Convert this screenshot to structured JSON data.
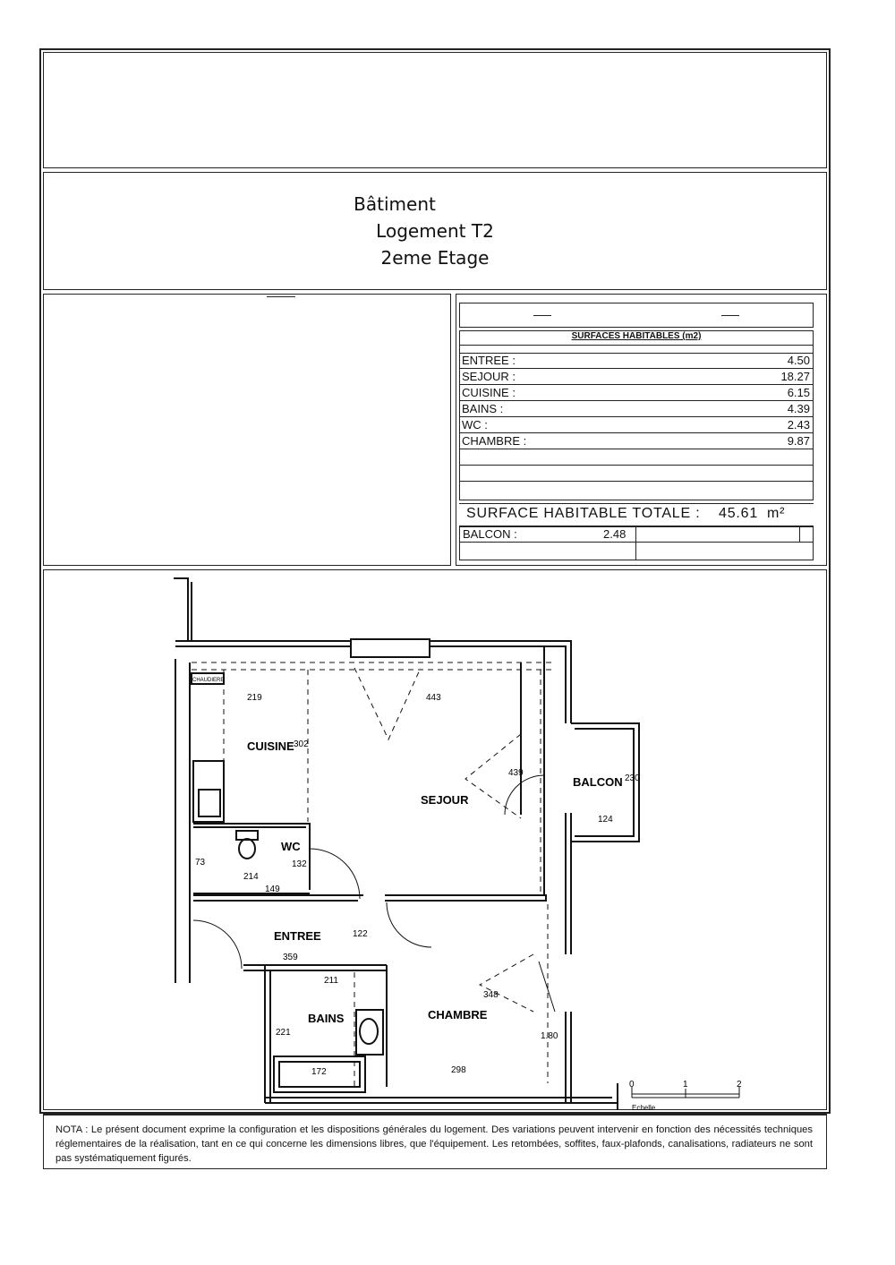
{
  "header": {
    "building": "Bâtiment",
    "unit": "Logement T2",
    "floor": "2eme Etage"
  },
  "surfaces_table": {
    "title": "SURFACES HABITABLES (m2)",
    "rows": [
      {
        "label": "ENTREE :",
        "value": "4.50"
      },
      {
        "label": "SEJOUR :",
        "value": "18.27"
      },
      {
        "label": "CUISINE :",
        "value": "6.15"
      },
      {
        "label": "BAINS :",
        "value": "4.39"
      },
      {
        "label": "WC :",
        "value": "2.43"
      },
      {
        "label": "CHAMBRE :",
        "value": "9.87"
      }
    ],
    "total_label": "SURFACE HABITABLE TOTALE :",
    "total_value": "45.61",
    "total_unit": "m²",
    "balcony_label": "BALCON :",
    "balcony_value": "2.48"
  },
  "plan": {
    "rooms": {
      "cuisine": "CUISINE",
      "sejour": "SEJOUR",
      "balcon": "BALCON",
      "wc": "WC",
      "entree": "ENTREE",
      "bains": "BAINS",
      "chambre": "CHAMBRE",
      "chaudiere": "CHAUDIERE"
    },
    "dimensions": {
      "d219": "219",
      "d443": "443",
      "d302": "302",
      "d439": "439",
      "d230": "230",
      "d124": "124",
      "d214": "214",
      "d149": "149",
      "d132": "132",
      "d73": "73",
      "d122": "122",
      "d359": "359",
      "d211": "211",
      "d221": "221",
      "d172": "172",
      "d298": "298",
      "d348": "348",
      "d180": "1.80"
    },
    "scale": {
      "t0": "0",
      "t1": "1",
      "t2": "2",
      "label": "Echelle"
    }
  },
  "nota": "NOTA : Le présent document exprime la configuration et les dispositions générales du logement. Des variations peuvent intervenir en fonction des nécessités techniques réglementaires de la réalisation, tant en ce qui concerne les dimensions libres, que l'équipement. Les retombées, soffites, faux-plafonds, canalisations, radiateurs ne sont pas systématiquement figurés."
}
